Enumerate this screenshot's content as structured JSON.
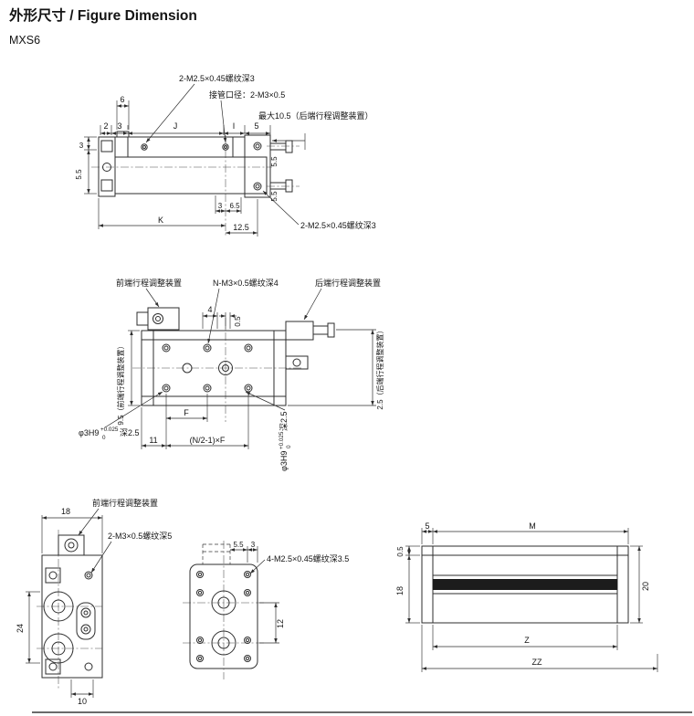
{
  "palette": {
    "ink": "#141414",
    "line": "#2e2e2e",
    "background": "#ffffff"
  },
  "header": {
    "title": "外形尺寸 / Figure Dimension",
    "model": "MXS6"
  },
  "front_view": {
    "callout_thread_top": "2-M2.5×0.45螺纹深3",
    "callout_port": "接管口径：2-M3×0.5",
    "callout_max_stroke": "最大10.5（后端行程调整装置）",
    "callout_thread_bottom": "2-M2.5×0.45螺纹深3",
    "dim_6": "6",
    "dim_2": "2",
    "dim_3_top": "3",
    "dim_J": "J",
    "dim_I": "I",
    "dim_5": "5",
    "dim_3_left": "3",
    "dim_5_5_left": "5.5",
    "dim_5_5_right_upper": "5.5",
    "dim_5_5_right_lower": "5.5",
    "dim_3_bottom": "3",
    "dim_6_5": "6.5",
    "dim_K": "K",
    "dim_12_5": "12.5"
  },
  "top_view": {
    "callout_front_adjuster": "前端行程调整装置",
    "callout_thread": "N-M3×0.5螺纹深4",
    "callout_rear_adjuster": "后端行程调整装置",
    "dim_4": "4",
    "dim_0_5": "0.5",
    "dim_9_5": "9.5（前端行程调整装置）",
    "dim_F": "F",
    "dim_11": "11",
    "dim_pitch": "(N/2-1)×F",
    "dim_2_5_rear": "2.5（后端行程调整装置）",
    "hole_note_left": {
      "base": "φ3H9",
      "tol_upper": "+0.025",
      "tol_lower": "0",
      "depth": "深2.5"
    },
    "hole_note_center": {
      "base": "φ3H9",
      "tol_upper": "+0.025",
      "tol_lower": "0",
      "depth": "深2.5"
    }
  },
  "end_view": {
    "callout_front_adjuster": "前端行程调整装置",
    "callout_thread": "2-M3×0.5螺纹深5",
    "dim_18": "18",
    "dim_24": "24",
    "dim_10": "10"
  },
  "bottom_view": {
    "callout_thread": "4-M2.5×0.45螺纹深3.5",
    "dim_5_5": "5.5",
    "dim_3": "3",
    "dim_12": "12"
  },
  "side_view": {
    "dim_5": "5",
    "dim_M": "M",
    "dim_0_5": "0.5",
    "dim_18": "18",
    "dim_20": "20",
    "dim_Z": "Z",
    "dim_ZZ": "ZZ"
  }
}
